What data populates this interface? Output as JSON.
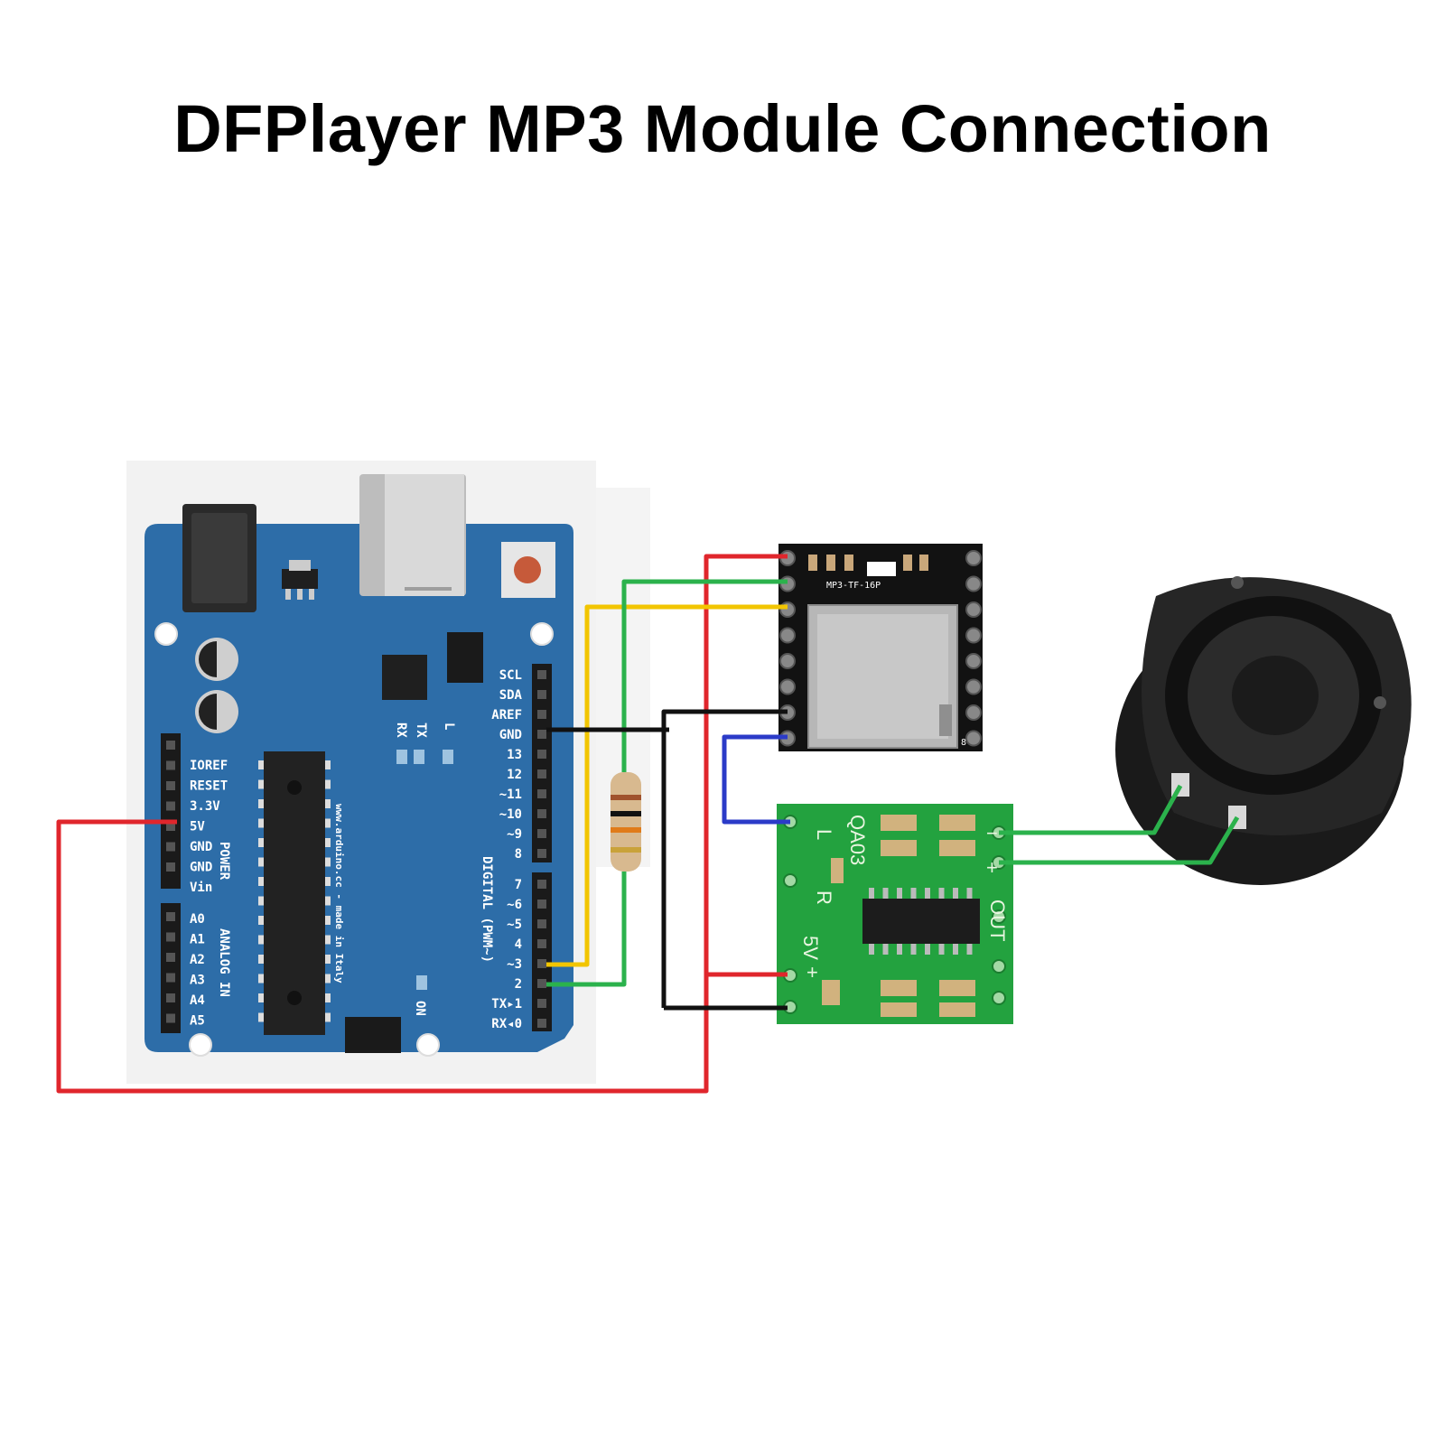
{
  "title": "DFPlayer MP3 Module Connection",
  "arduino": {
    "power_pins": [
      "IOREF",
      "RESET",
      "3.3V",
      "5V",
      "GND",
      "GND",
      "Vin"
    ],
    "power_label": "POWER",
    "analog_pins": [
      "A0",
      "A1",
      "A2",
      "A3",
      "A4",
      "A5"
    ],
    "analog_label": "ANALOG IN",
    "upper_digital_pins": [
      "SCL",
      "SDA",
      "AREF",
      "GND",
      "13",
      "12",
      "~11",
      "~10",
      "~9",
      "8"
    ],
    "lower_digital_pins": [
      "7",
      "~6",
      "~5",
      "4",
      "~3",
      "2",
      "TX▸1",
      "RX◂0"
    ],
    "digital_label": "DIGITAL (PWM~)",
    "tx_label": "TX",
    "rx_label": "RX",
    "l_label": "L",
    "on_label": "ON",
    "made_in": "www.arduino.cc - made in Italy"
  },
  "mp3_module": {
    "label": "MP3-TF-16P",
    "pin_number": "8"
  },
  "amplifier": {
    "l_label": "L",
    "r_label": "R",
    "out_label": "OUT",
    "v5_label": "5V",
    "chip_label": "QA03",
    "plus": "+",
    "minus": "−"
  },
  "wire_colors": {
    "power": "#e0262c",
    "ground": "#111111",
    "tx": "#f2c500",
    "rx": "#2bb24c",
    "audio": "#2b3bc8",
    "speaker": "#2bb24c"
  }
}
